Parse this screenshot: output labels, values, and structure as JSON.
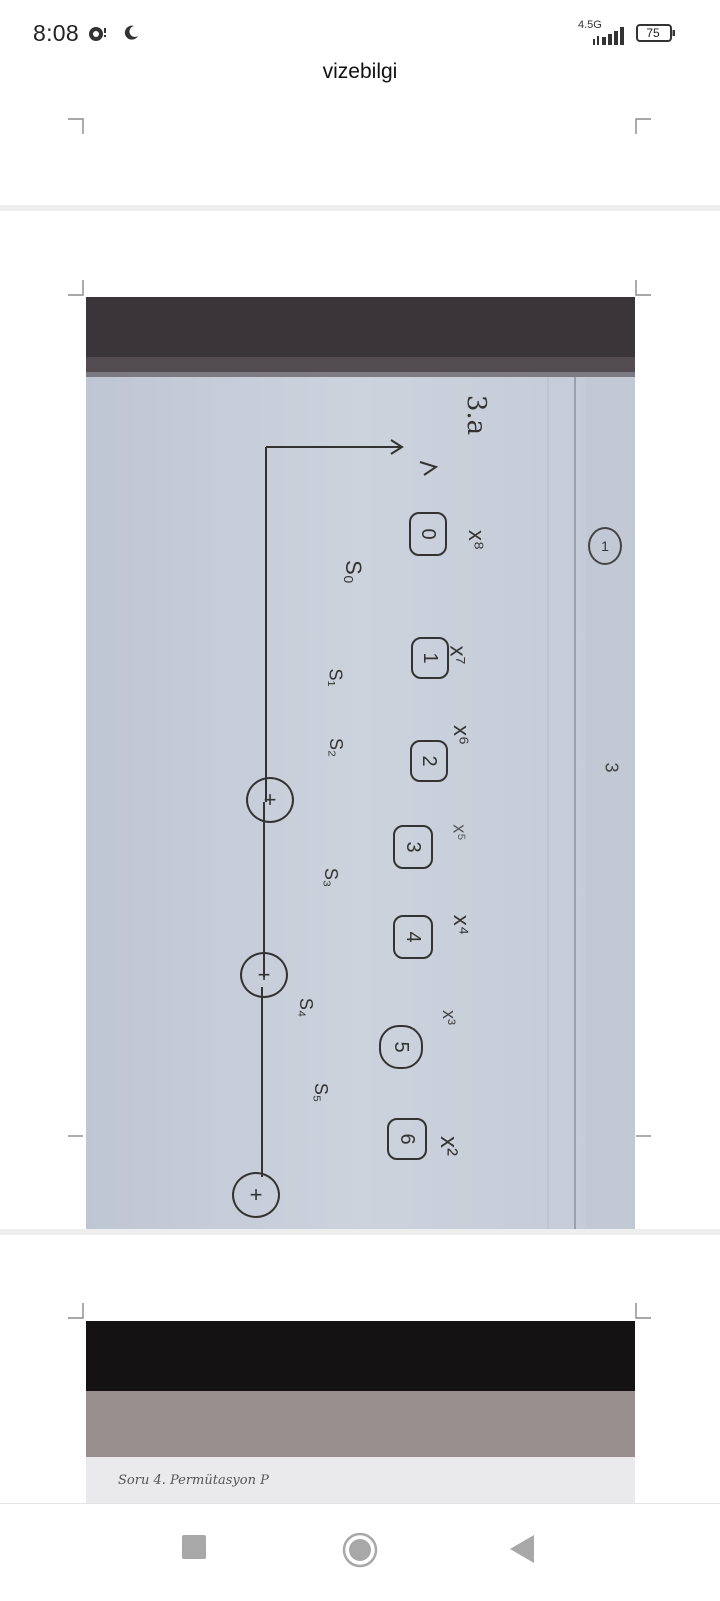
{
  "status_bar": {
    "time": "8:08",
    "network": "4.5G",
    "battery": "75"
  },
  "app": {
    "title": "vizebilgi"
  },
  "page1": {
    "label": "3.a",
    "stages": [
      "0",
      "1",
      "2",
      "3",
      "4",
      "5",
      "6"
    ],
    "exponents": [
      "x⁸",
      "x⁷",
      "x⁶",
      "x⁵",
      "x⁴",
      "x³",
      "x²"
    ],
    "states": [
      "S₀",
      "S₁",
      "S₂",
      "S₃",
      "S₄",
      "S₅"
    ],
    "adder": "+",
    "edge_number": "1",
    "edge_number_2": "3"
  },
  "page2": {
    "caption": "Soru 4.   Permütasyon P"
  },
  "navigation": {
    "recents": "recents-square",
    "home": "home-circle",
    "back": "back-triangle"
  }
}
